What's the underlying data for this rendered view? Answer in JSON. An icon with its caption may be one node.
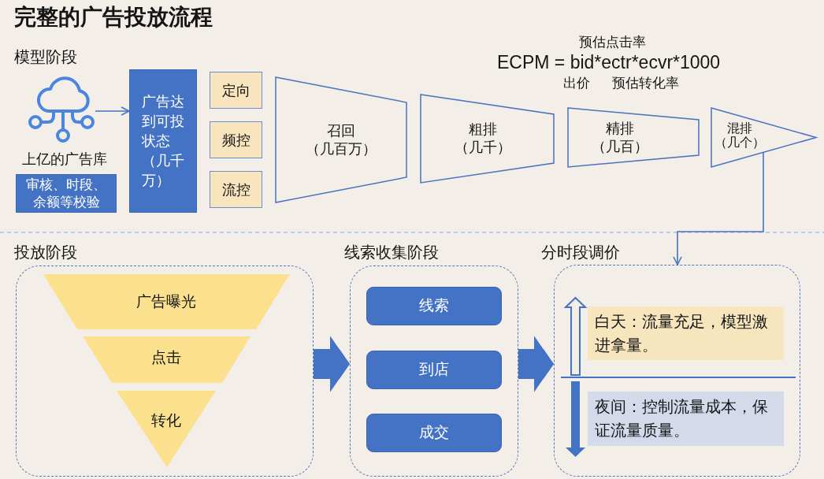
{
  "diagram": {
    "title": "完整的广告投放流程",
    "nodes": [
      {
        "text": [],
        "shape": "picture",
        "beside": [
          "上亿的广告库"
        ]
      },
      {
        "text": [
          "审核、时段、余额等校验"
        ]
      },
      {
        "text": [
          "广告达到可投状态",
          "（几千万）"
        ]
      },
      {
        "text": [
          "定向"
        ]
      },
      {
        "text": [
          "频控"
        ]
      },
      {
        "text": [
          "流控"
        ]
      },
      {
        "text": [
          "召回",
          "（几百万）"
        ]
      },
      {
        "text": [
          "粗排",
          "（几千）"
        ]
      },
      {
        "text": [
          "精排",
          "（几百）"
        ]
      },
      {
        "text": [
          "混排",
          "（几个）"
        ]
      },
      {
        "text": [
          "投放阶段"
        ]
      },
      {
        "text": [
          "广告曝光"
        ],
        "in": 10
      },
      {
        "text": [
          "点击"
        ],
        "in": 10
      },
      {
        "text": [
          "转化"
        ],
        "in": 10
      },
      {
        "text": [
          "线索收集阶段"
        ]
      },
      {
        "text": [
          "线索"
        ],
        "in": 14
      },
      {
        "text": [
          "到店"
        ],
        "in": 14
      },
      {
        "text": [
          "成交"
        ],
        "in": 14
      },
      {
        "text": [
          "分时段调价"
        ]
      },
      {
        "text": [
          "白天：流量充足，模型激进拿量。"
        ],
        "in": 18
      },
      {
        "text": [
          "夜间：控制流量成本，保证流量质量。"
        ],
        "in": 18
      }
    ],
    "edges": [
      {
        "from": 0,
        "to": 2,
        "arrow": "to"
      },
      {
        "from": 9,
        "to": 18,
        "arrow": "to"
      },
      {
        "from": 10,
        "to": 14,
        "arrow": "to",
        "style": "thick"
      },
      {
        "from": 14,
        "to": 18,
        "arrow": "to",
        "style": "thick"
      }
    ],
    "labels": [
      "模型阶段",
      "预估点击率",
      "ECPM = bid*ectr*ecvr*1000",
      "出价",
      "预估转化率"
    ]
  }
}
